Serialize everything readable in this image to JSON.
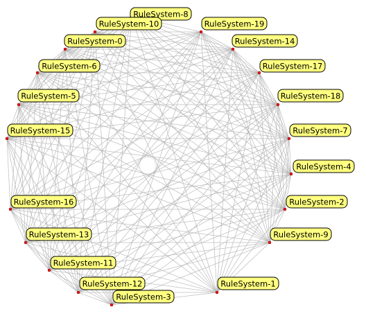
{
  "graph": {
    "type": "complete-circular-graph",
    "colors": {
      "edge": "#b4b4b4",
      "node_dot": "#e01818",
      "label_fill": "#ffff80",
      "label_border": "#000000",
      "background": "#ffffff"
    },
    "nodes": [
      {
        "id": "rs8",
        "label": "RuleSystem-8"
      },
      {
        "id": "rs10",
        "label": "RuleSystem-10"
      },
      {
        "id": "rs19",
        "label": "RuleSystem-19"
      },
      {
        "id": "rs0",
        "label": "RuleSystem-0"
      },
      {
        "id": "rs14",
        "label": "RuleSystem-14"
      },
      {
        "id": "rs6",
        "label": "RuleSystem-6"
      },
      {
        "id": "rs17",
        "label": "RuleSystem-17"
      },
      {
        "id": "rs5",
        "label": "RuleSystem-5"
      },
      {
        "id": "rs18",
        "label": "RuleSystem-18"
      },
      {
        "id": "rs15",
        "label": "RuleSystem-15"
      },
      {
        "id": "rs7",
        "label": "RuleSystem-7"
      },
      {
        "id": "rs4",
        "label": "RuleSystem-4"
      },
      {
        "id": "rs16",
        "label": "RuleSystem-16"
      },
      {
        "id": "rs2",
        "label": "RuleSystem-2"
      },
      {
        "id": "rs13",
        "label": "RuleSystem-13"
      },
      {
        "id": "rs9",
        "label": "RuleSystem-9"
      },
      {
        "id": "rs11",
        "label": "RuleSystem-11"
      },
      {
        "id": "rs12",
        "label": "RuleSystem-12"
      },
      {
        "id": "rs1",
        "label": "RuleSystem-1"
      },
      {
        "id": "rs3",
        "label": "RuleSystem-3"
      }
    ]
  }
}
